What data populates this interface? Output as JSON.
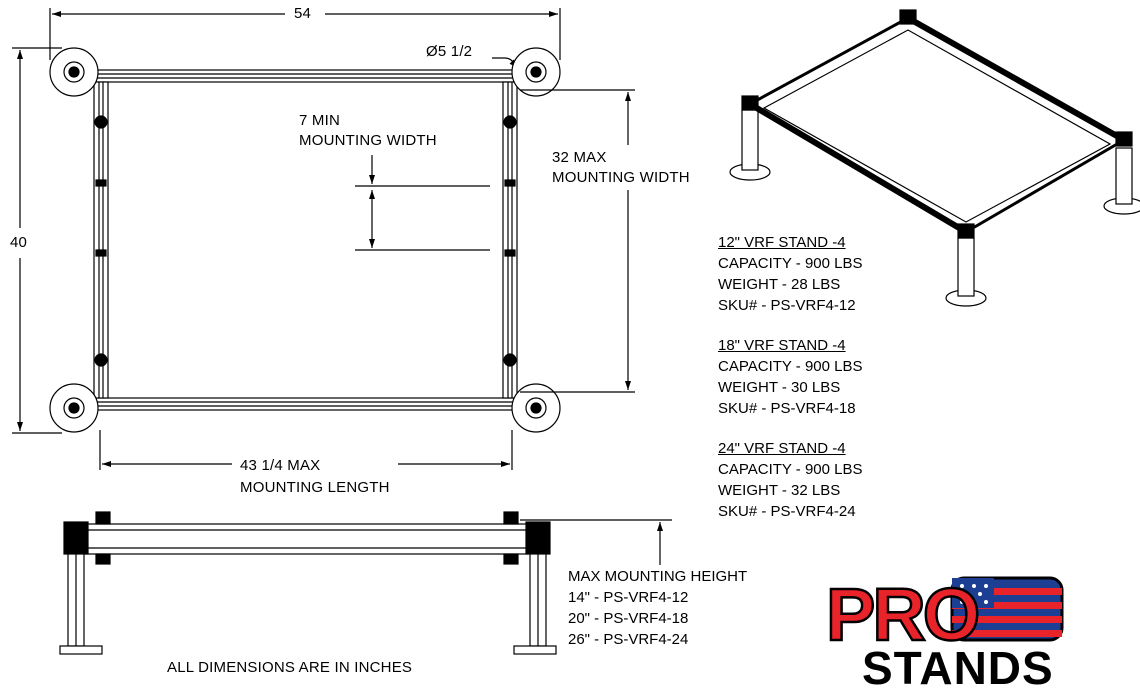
{
  "dimensions": {
    "overall_width": "54",
    "overall_depth": "40",
    "foot_diameter": "Ø5 1/2",
    "min_width_line1": "7 MIN",
    "min_width_line2": "MOUNTING WIDTH",
    "max_width_line1": "32 MAX",
    "max_width_line2": "MOUNTING WIDTH",
    "max_length_line1": "43 1/4 MAX",
    "max_length_line2": "MOUNTING LENGTH"
  },
  "specs": [
    {
      "title": "12\" VRF STAND -4",
      "capacity": "CAPACITY - 900 LBS",
      "weight": "WEIGHT - 28 LBS",
      "sku": "SKU# - PS-VRF4-12"
    },
    {
      "title": "18\" VRF STAND -4",
      "capacity": "CAPACITY - 900 LBS",
      "weight": "WEIGHT - 30 LBS",
      "sku": "SKU# - PS-VRF4-18"
    },
    {
      "title": "24\" VRF STAND -4",
      "capacity": "CAPACITY - 900 LBS",
      "weight": "WEIGHT - 32 LBS",
      "sku": "SKU# - PS-VRF4-24"
    }
  ],
  "mounting_height": {
    "heading": "MAX MOUNTING HEIGHT",
    "rows": [
      "14\" - PS-VRF4-12",
      "20\" - PS-VRF4-18",
      "26\" - PS-VRF4-24"
    ]
  },
  "note": "ALL DIMENSIONS ARE IN INCHES",
  "logo": {
    "line1": "PRO",
    "line2": "STANDS",
    "brand_red": "#e8232a",
    "flag_blue": "#1c3f94"
  }
}
